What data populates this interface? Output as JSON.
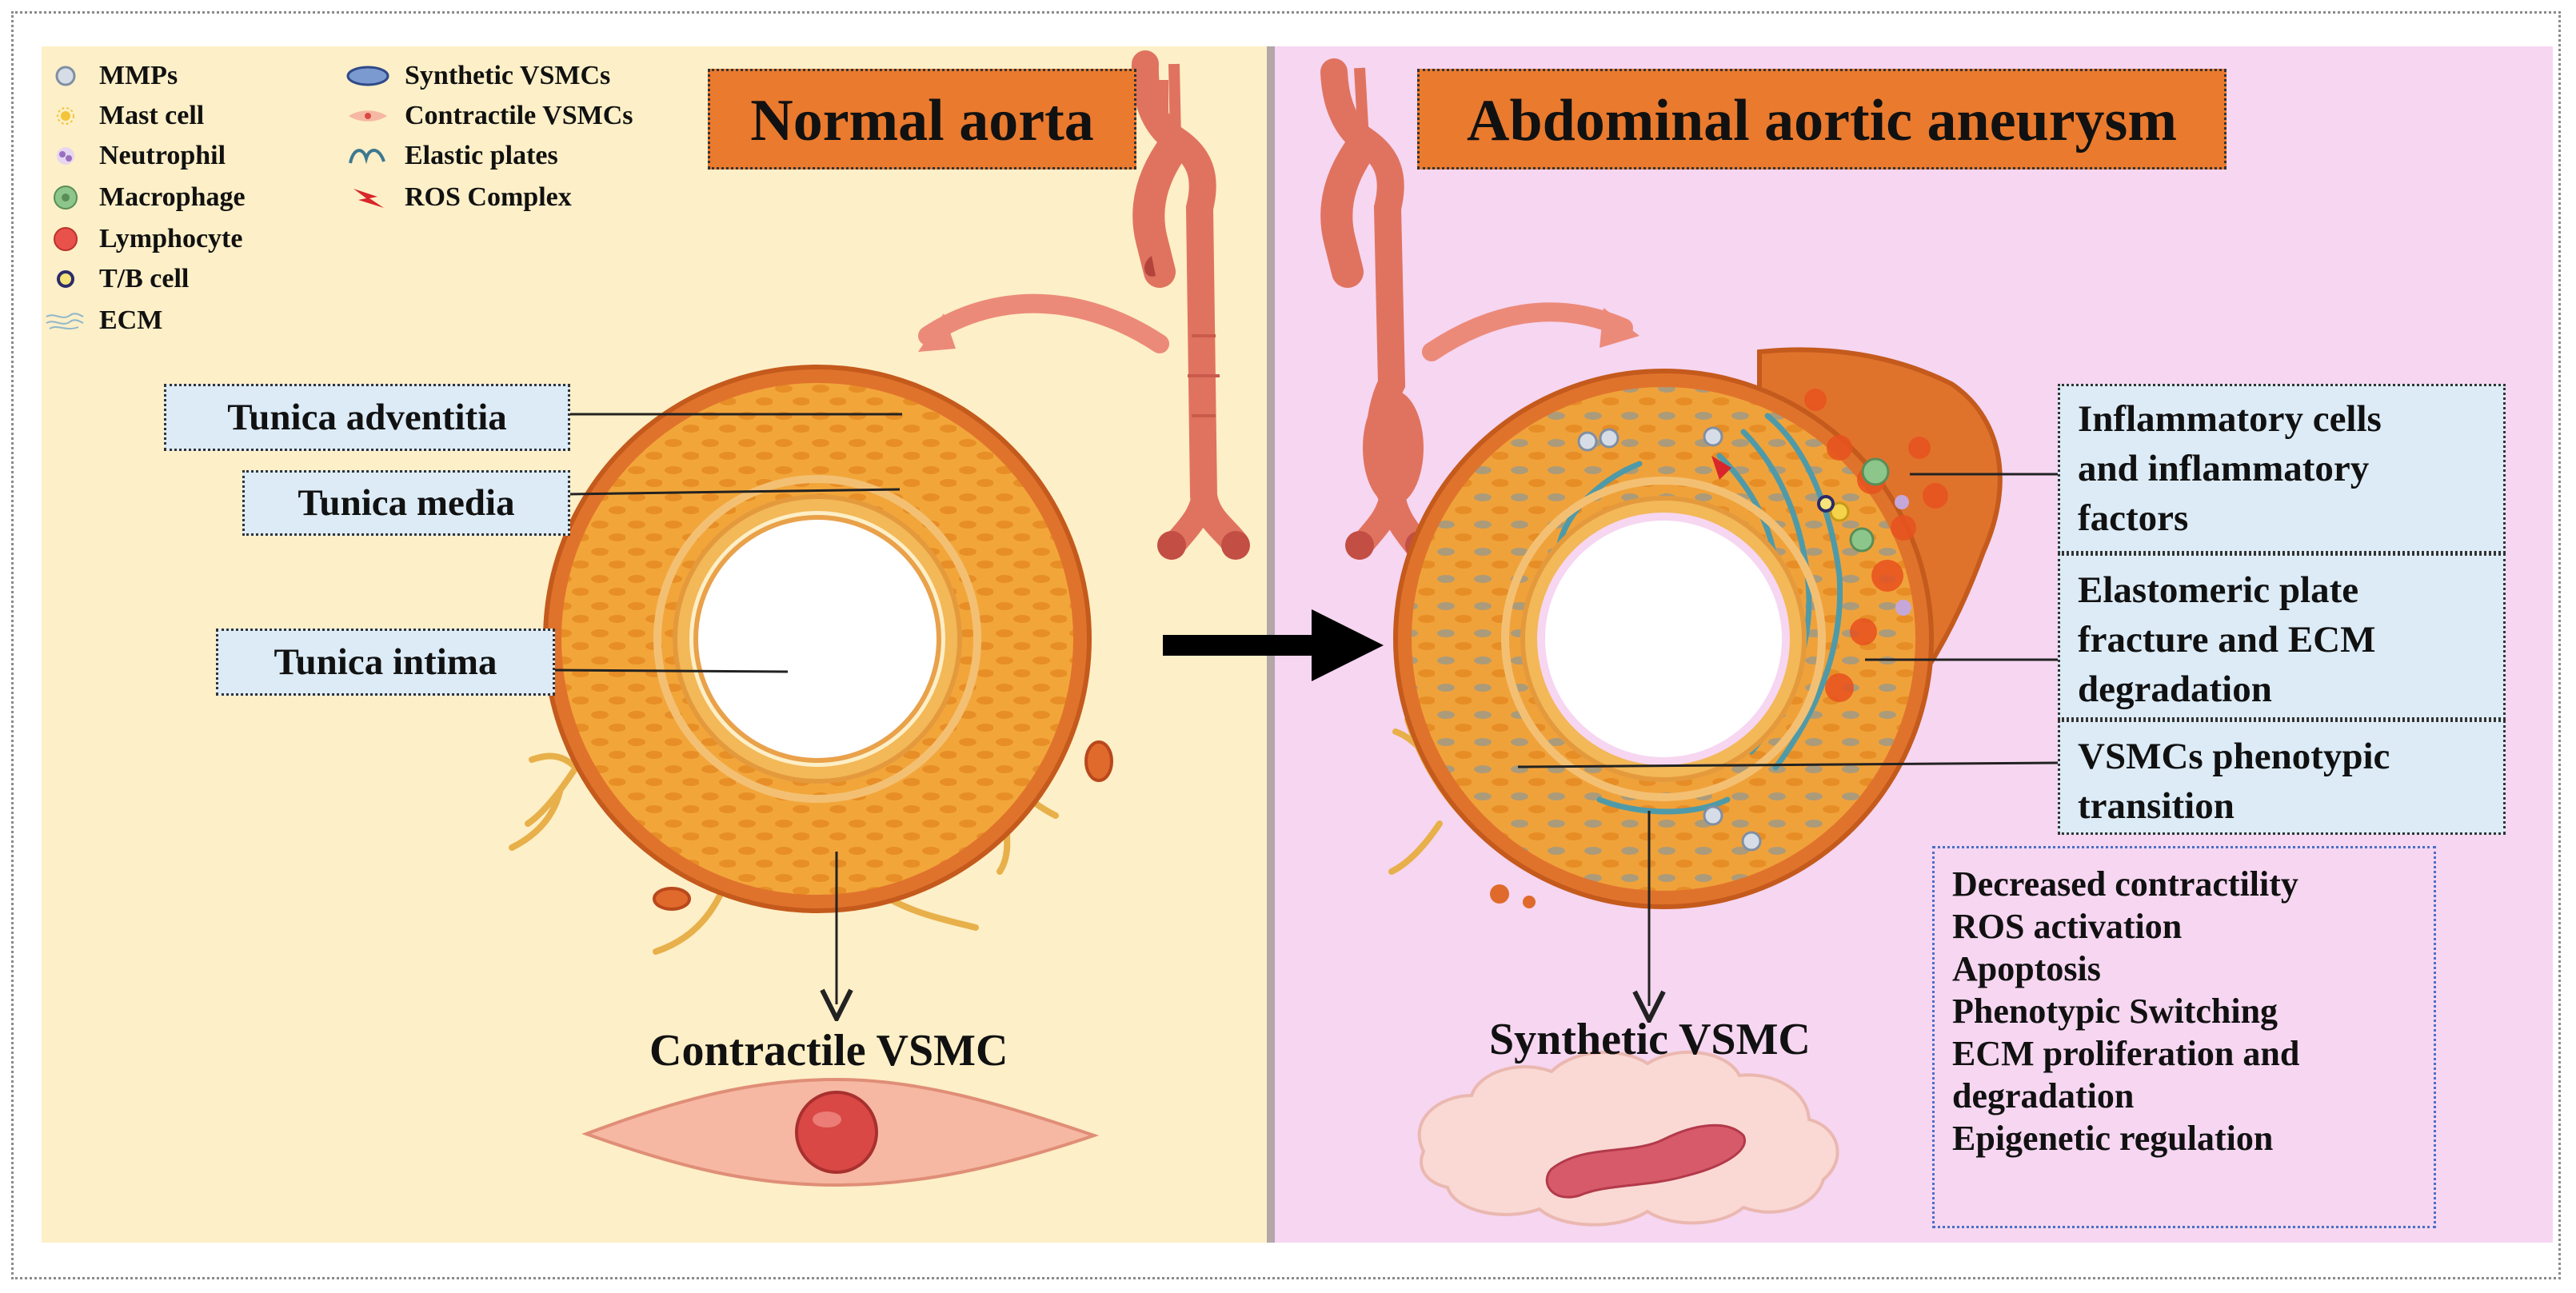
{
  "titles": {
    "normal": "Normal aorta",
    "aneurysm": "Abdominal aortic aneurysm"
  },
  "legend": {
    "column_one": [
      {
        "label": "MMPs",
        "icon": "mmp-icon"
      },
      {
        "label": "Mast cell",
        "icon": "mast-cell-icon"
      },
      {
        "label": "Neutrophil",
        "icon": "neutrophil-icon"
      },
      {
        "label": "Macrophage",
        "icon": "macrophage-icon"
      },
      {
        "label": "Lymphocyte",
        "icon": "lymphocyte-icon"
      },
      {
        "label": "T/B cell",
        "icon": "tb-cell-icon"
      },
      {
        "label": "ECM",
        "icon": "ecm-icon"
      }
    ],
    "column_two": [
      {
        "label": "Synthetic VSMCs",
        "icon": "synthetic-vsmc-icon"
      },
      {
        "label": "Contractile VSMCs",
        "icon": "contractile-vsmc-icon"
      },
      {
        "label": "Elastic plates",
        "icon": "elastic-plate-icon"
      },
      {
        "label": "ROS Complex",
        "icon": "ros-complex-icon"
      }
    ]
  },
  "normal_labels": {
    "adventitia": "Tunica adventitia",
    "media": "Tunica media",
    "intima": "Tunica intima"
  },
  "aneurysm_labels": {
    "inflammatory": "Inflammatory cells\nand inflammatory\nfactors",
    "elastomeric": "Elastomeric plate\nfracture and ECM\ndegradation",
    "vsmc_transition": "VSMCs phenotypic\ntransition"
  },
  "captions": {
    "contractile": "Contractile VSMC",
    "synthetic": "Synthetic VSMC"
  },
  "effects": [
    "Decreased contractility",
    "ROS activation",
    "Apoptosis",
    "Phenotypic Switching",
    "ECM proliferation and",
    "degradation",
    "Epigenetic regulation"
  ],
  "colors": {
    "normal_background": "#fdefc7",
    "aneurysm_background": "#f6d6f1",
    "title_box": "#ea7a2e",
    "label_box": "#dcebf6",
    "vessel_outer": "#e0732c",
    "vessel_media": "#f0a038",
    "artery": "#e0735f"
  }
}
